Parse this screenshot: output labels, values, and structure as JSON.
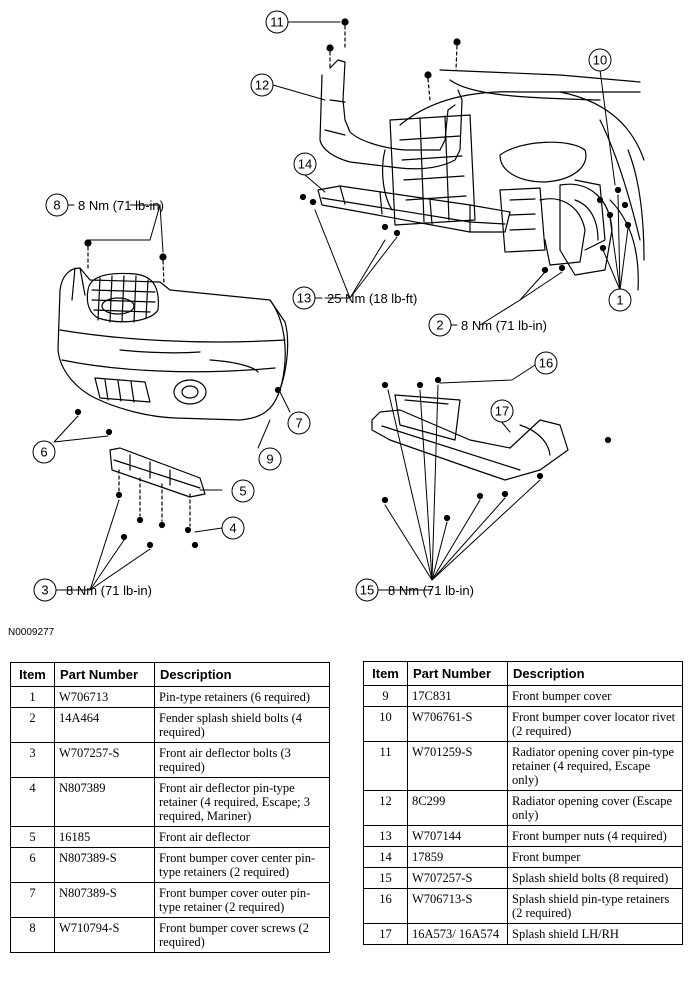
{
  "figure_id": "N0009277",
  "callouts": [
    {
      "id": "c11",
      "num": "11",
      "label": ""
    },
    {
      "id": "c12",
      "num": "12",
      "label": ""
    },
    {
      "id": "c10",
      "num": "10",
      "label": ""
    },
    {
      "id": "c14",
      "num": "14",
      "label": ""
    },
    {
      "id": "c8",
      "num": "8",
      "label": "8 Nm (71 lb-in)"
    },
    {
      "id": "c13",
      "num": "13",
      "label": "25 Nm (18 lb-ft)"
    },
    {
      "id": "c2",
      "num": "2",
      "label": "8 Nm (71 lb-in)"
    },
    {
      "id": "c1",
      "num": "1",
      "label": ""
    },
    {
      "id": "c16",
      "num": "16",
      "label": ""
    },
    {
      "id": "c17",
      "num": "17",
      "label": ""
    },
    {
      "id": "c7",
      "num": "7",
      "label": ""
    },
    {
      "id": "c6",
      "num": "6",
      "label": ""
    },
    {
      "id": "c9",
      "num": "9",
      "label": ""
    },
    {
      "id": "c5",
      "num": "5",
      "label": ""
    },
    {
      "id": "c4",
      "num": "4",
      "label": ""
    },
    {
      "id": "c3",
      "num": "3",
      "label": "8 Nm (71 lb-in)"
    },
    {
      "id": "c15",
      "num": "15",
      "label": "8 Nm (71 lb-in)"
    }
  ],
  "table_headers": {
    "item": "Item",
    "part_number": "Part Number",
    "description": "Description"
  },
  "parts_left": [
    {
      "item": "1",
      "part": "W706713",
      "desc": "Pin-type retainers (6 required)"
    },
    {
      "item": "2",
      "part": "14A464",
      "desc": "Fender splash shield bolts (4 required)"
    },
    {
      "item": "3",
      "part": "W707257-S",
      "desc": "Front air deflector bolts (3 required)"
    },
    {
      "item": "4",
      "part": "N807389",
      "desc": "Front air deflector pin-type retainer (4 required, Escape; 3 required, Mariner)"
    },
    {
      "item": "5",
      "part": "16185",
      "desc": "Front air deflector"
    },
    {
      "item": "6",
      "part": "N807389-S",
      "desc": "Front bumper cover center pin-type retainers (2 required)"
    },
    {
      "item": "7",
      "part": "N807389-S",
      "desc": "Front bumper cover outer pin-type retainer (2 required)"
    },
    {
      "item": "8",
      "part": "W710794-S",
      "desc": "Front bumper cover screws (2 required)"
    }
  ],
  "parts_right": [
    {
      "item": "9",
      "part": "17C831",
      "desc": "Front bumper cover"
    },
    {
      "item": "10",
      "part": "W706761-S",
      "desc": "Front bumper cover locator rivet (2 required)"
    },
    {
      "item": "11",
      "part": "W701259-S",
      "desc": "Radiator opening cover pin-type retainer (4 required, Escape only)"
    },
    {
      "item": "12",
      "part": "8C299",
      "desc": "Radiator opening cover (Escape only)"
    },
    {
      "item": "13",
      "part": "W707144",
      "desc": "Front bumper nuts (4 required)"
    },
    {
      "item": "14",
      "part": "17859",
      "desc": "Front bumper"
    },
    {
      "item": "15",
      "part": "W707257-S",
      "desc": "Splash shield bolts (8 required)"
    },
    {
      "item": "16",
      "part": "W706713-S",
      "desc": "Splash shield pin-type retainers (2 required)"
    },
    {
      "item": "17",
      "part": "16A573/ 16A574",
      "desc": "Splash shield LH/RH"
    }
  ]
}
